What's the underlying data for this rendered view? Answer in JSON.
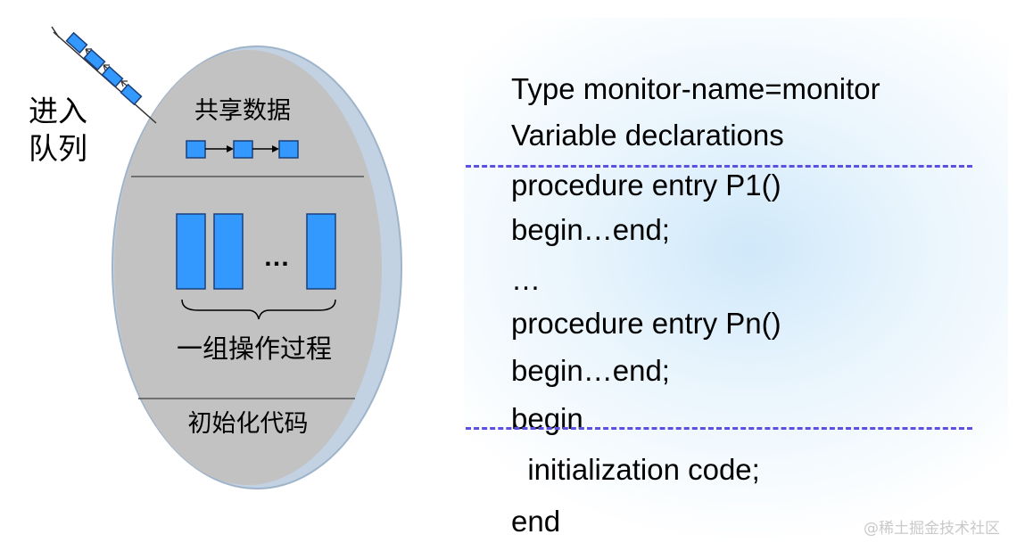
{
  "monitor_diagram": {
    "queue_label_line1": "进入",
    "queue_label_line2": "队列",
    "shared_data_label": "共享数据",
    "ellipsis": "…",
    "operations_label": "一组操作过程",
    "init_code_label": "初始化代码"
  },
  "code_lines": [
    "Type monitor-name=monitor",
    "Variable declarations",
    "procedure entry P1()",
    "begin…end;",
    "…",
    "procedure entry Pn()",
    "begin…end;",
    "begin",
    "  initialization code;",
    "end"
  ],
  "watermark": "@稀土掘金技术社区",
  "colors": {
    "box_fill": "#3399ff",
    "box_stroke": "#1b3f7a",
    "ellipse_outer": "#c3d2e3",
    "ellipse_inner": "#c2c2c2",
    "divider": "#5b50e0"
  }
}
